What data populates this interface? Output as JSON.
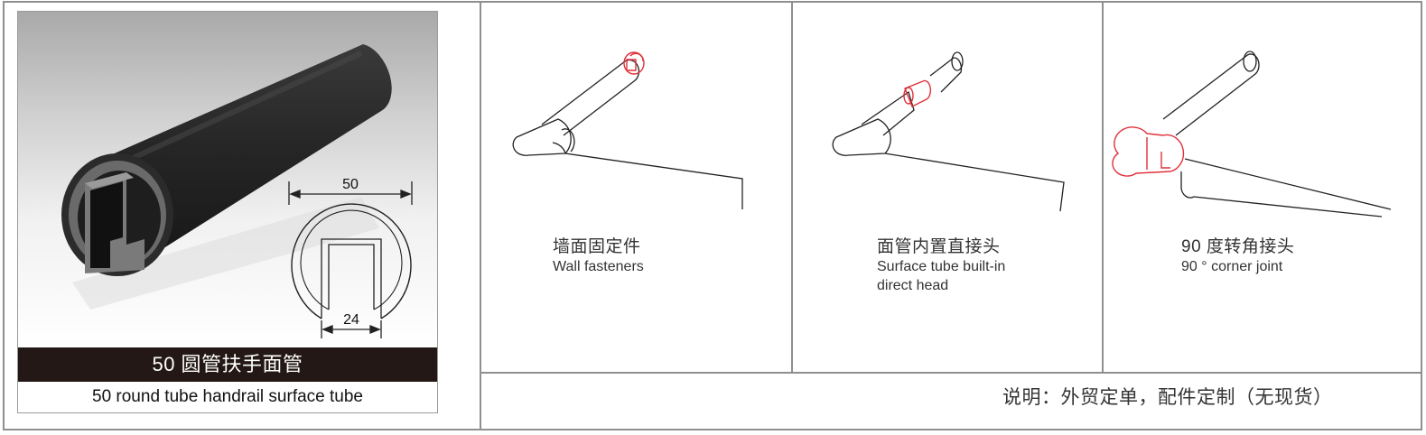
{
  "product": {
    "title_cn": "50 圆管扶手面管",
    "title_en": "50 round tube handrail surface tube",
    "dim_outer": "50",
    "dim_inner": "24"
  },
  "fittings": [
    {
      "name_cn": "墙面固定件",
      "name_en": "Wall fasteners"
    },
    {
      "name_cn": "面管内置直接头",
      "name_en_line1": "Surface tube built-in",
      "name_en_line2": "direct head"
    },
    {
      "name_cn": "90 度转角接头",
      "name_en": "90 ° corner joint"
    }
  ],
  "note": "说明：外贸定单，配件定制（无现货）",
  "colors": {
    "border": "#8f8f8f",
    "bar": "#231815",
    "tube": "#2a2a2a",
    "highlight": "#e0303a"
  }
}
